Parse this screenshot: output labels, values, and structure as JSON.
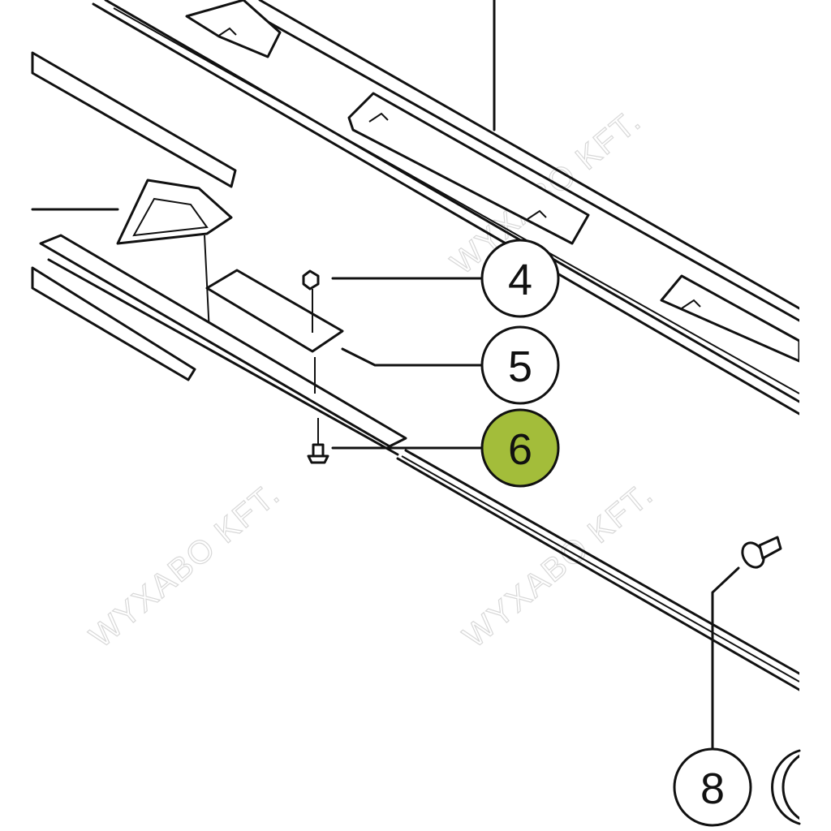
{
  "diagram": {
    "type": "exploded parts diagram",
    "callouts": [
      {
        "label": "4",
        "highlighted": false
      },
      {
        "label": "5",
        "highlighted": false
      },
      {
        "label": "6",
        "highlighted": true
      },
      {
        "label": "8",
        "highlighted": false
      }
    ],
    "highlight_color": "#a3bd3a",
    "watermark": "WYXABO KFT."
  }
}
